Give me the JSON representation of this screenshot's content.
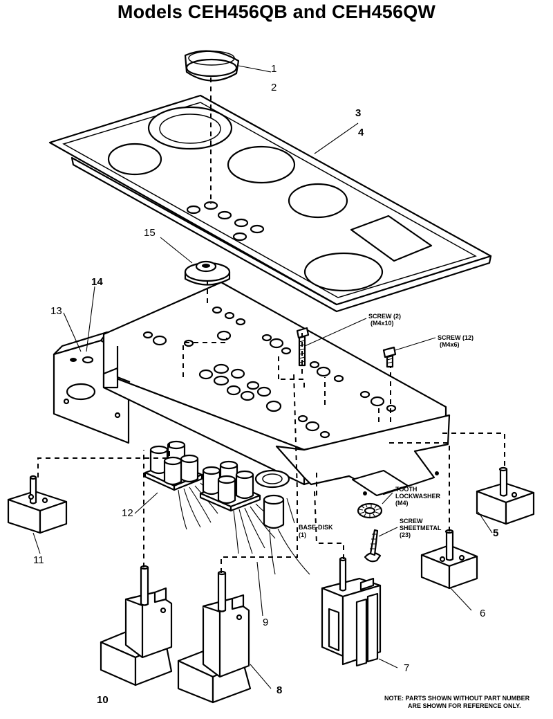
{
  "title": "Models CEH456QB and CEH456QW",
  "callouts": {
    "c1": "1",
    "c2": "2",
    "c3": "3",
    "c4": "4",
    "c5": "5",
    "c6": "6",
    "c7": "7",
    "c8": "8",
    "c9": "9",
    "c10": "10",
    "c11": "11",
    "c12": "12",
    "c13": "13",
    "c14": "14",
    "c15": "15"
  },
  "hardware": {
    "screw_upper_line1": "SCREW (2)",
    "screw_upper_line2": "(M4x10)",
    "screw_right_line1": "SCREW (12)",
    "screw_right_line2": "(M4x6)",
    "tooth_line1": "TOOTH",
    "tooth_line2": "LOCKWASHER",
    "tooth_line3": "(M4)",
    "sheet_line1": "SCREW",
    "sheet_line2": "SHEETMETAL",
    "sheet_line3": "(23)",
    "base_line1": "BASE-DISK",
    "base_line2": "(1)"
  },
  "note": {
    "line1": "NOTE: PARTS SHOWN WITHOUT PART NUMBER",
    "line2": "ARE SHOWN FOR REFERENCE ONLY."
  }
}
